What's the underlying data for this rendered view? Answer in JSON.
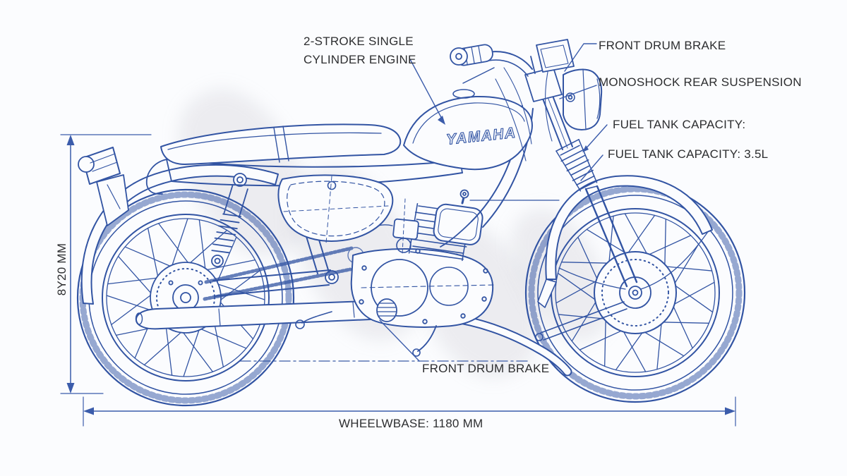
{
  "diagram": "motorcycle-blueprint",
  "brand": {
    "tank_logo": "YAMAHA"
  },
  "callouts": {
    "engine": {
      "line1": "2-STROKE SINGLE",
      "line2": "CYLINDER ENGINE"
    },
    "front_drum_top": {
      "label": "FRONT DRUM BRAKE"
    },
    "monoshock": {
      "label": "MONOSHOCK REAR SUSPENSION"
    },
    "fuel_heading": {
      "label": "FUEL TANK CAPACITY:"
    },
    "fuel_value": {
      "label": "FUEL TANK CAPACITY: 3.5L"
    },
    "front_drum_bottom": {
      "label": "FRONT DRUM BRAKE"
    }
  },
  "dimensions": {
    "height": {
      "label": "8Y20 MM"
    },
    "wheelbase": {
      "label": "WHEELWBASE: 1180 MM"
    }
  },
  "colors": {
    "line_blue": "#3254a3",
    "dim_blue": "#3b5cab",
    "label_text": "#2d2e30",
    "background": "#fbfcfe"
  }
}
